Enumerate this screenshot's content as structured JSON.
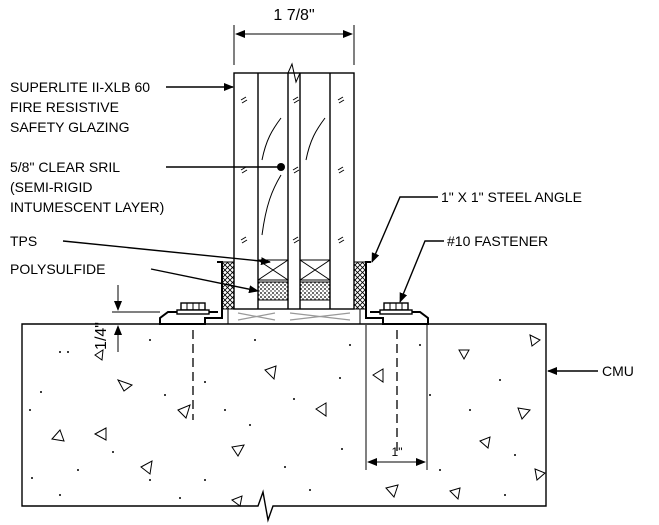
{
  "labels": {
    "dim_top": "1 7/8\"",
    "glazing_1": "SUPERLITE II-XLB 60",
    "glazing_2": "FIRE RESISTIVE",
    "glazing_3": "SAFETY GLAZING",
    "sril_1": "5/8\" CLEAR SRIL",
    "sril_2": "(SEMI-RIGID",
    "sril_3": "INTUMESCENT LAYER)",
    "angle": "1\" X 1\" STEEL ANGLE",
    "tps": "TPS",
    "fastener": "#10 FASTENER",
    "polysulfide": "POLYSULFIDE",
    "dim_quarter": "1/4\"",
    "cmu": "CMU",
    "dim_one": "1\""
  }
}
